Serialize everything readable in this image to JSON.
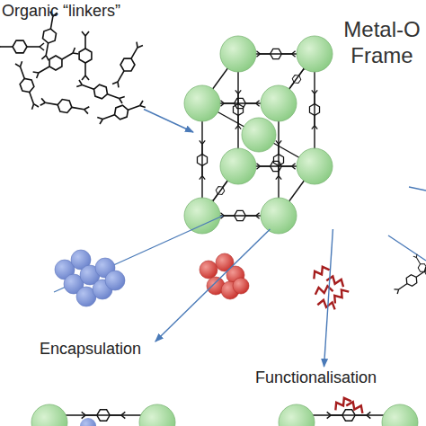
{
  "diagram": {
    "nodes": [
      {
        "text": [
          "Organic “linkers”"
        ]
      },
      {
        "text": [
          "Metal-O Frame"
        ]
      },
      {
        "text": [
          "Encapsulation"
        ]
      },
      {
        "text": [
          "Functionalisation"
        ]
      }
    ],
    "edges": [
      {
        "from": 0,
        "to": 1,
        "arrow": "to"
      },
      {
        "from": 1,
        "to": 2,
        "arrow": "to"
      },
      {
        "from": 1,
        "to": 3,
        "arrow": "to"
      }
    ]
  }
}
